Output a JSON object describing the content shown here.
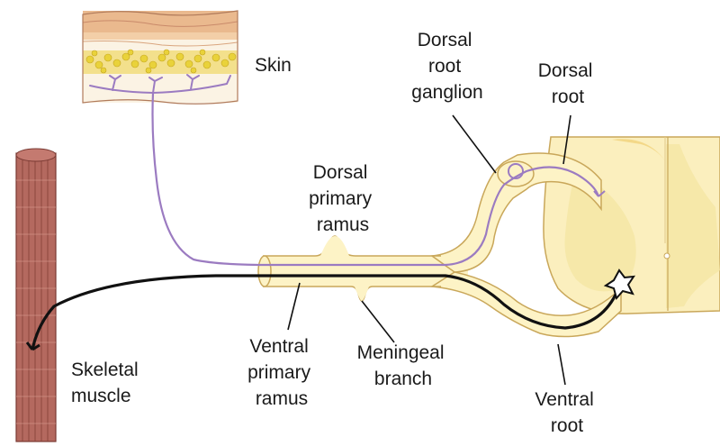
{
  "labels": {
    "skin": "Skin",
    "dorsal_root_ganglion": [
      "Dorsal",
      "root",
      "ganglion"
    ],
    "dorsal_root": [
      "Dorsal",
      "root"
    ],
    "dorsal_primary_ramus": [
      "Dorsal",
      "primary",
      "ramus"
    ],
    "ventral_primary_ramus": [
      "Ventral",
      "primary",
      "ramus"
    ],
    "meningeal_branch": [
      "Meningeal",
      "branch"
    ],
    "skeletal_muscle": [
      "Skeletal",
      "muscle"
    ],
    "ventral_root": [
      "Ventral",
      "root"
    ]
  },
  "colors": {
    "nerve_fill": "#fdf3c6",
    "nerve_outline": "#c9a75a",
    "spinal_cord": "#fbefbe",
    "gray_matter": "#f5e6a6",
    "sensory_neuron": "#9b7bc1",
    "motor_neuron": "#111111",
    "muscle": "#b4695f",
    "fat": "#e9d23a",
    "skin_top": "#e9b98b"
  }
}
